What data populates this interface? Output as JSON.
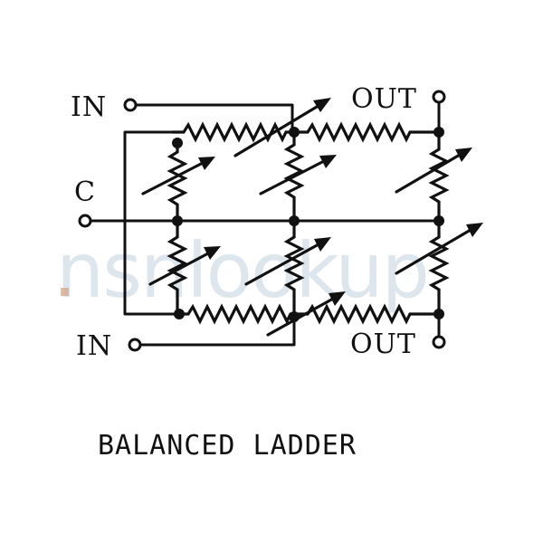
{
  "diagram": {
    "terminals": {
      "in_top": "IN",
      "out_top": "OUT",
      "common": "C",
      "in_bottom": "IN",
      "out_bottom": "OUT"
    },
    "caption": "BALANCED LADDER"
  },
  "watermark": {
    "text": "nsnlookup",
    "color": "#9fb6cc",
    "dot_color": "#e8894a"
  }
}
